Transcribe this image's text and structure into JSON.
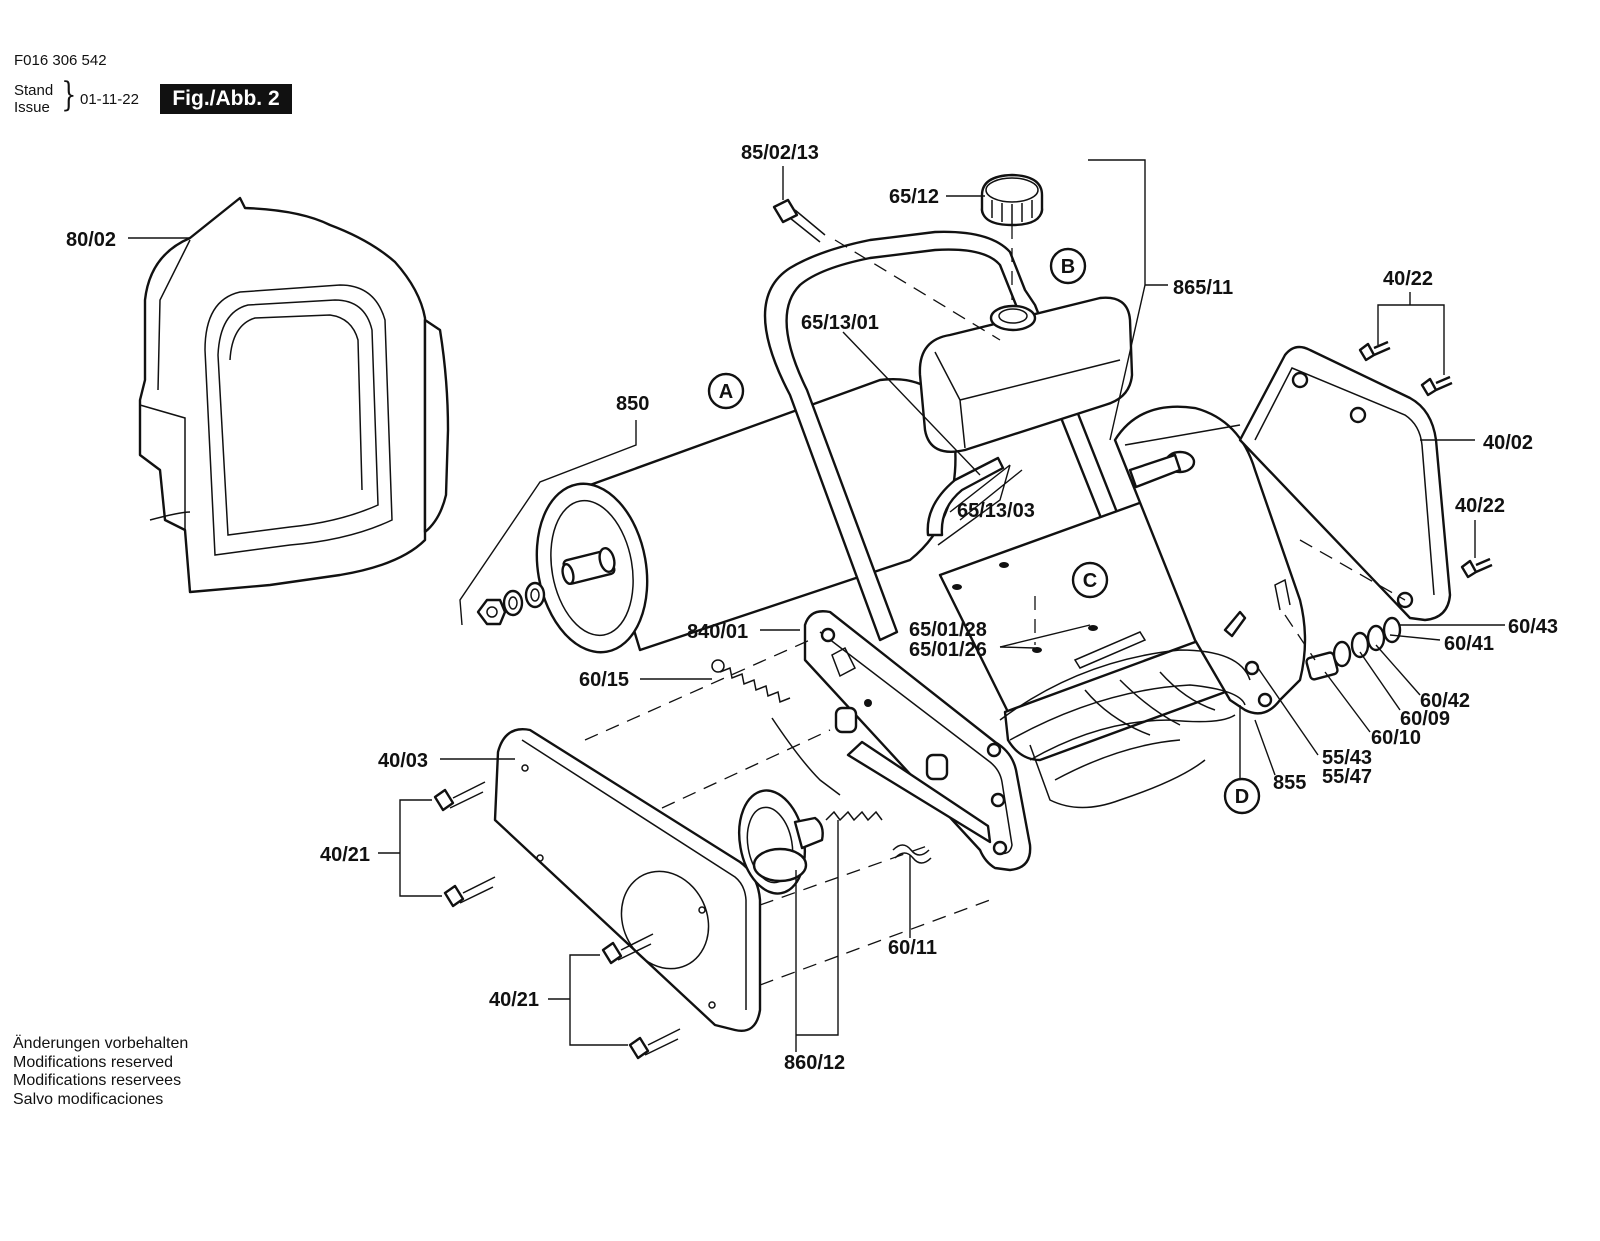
{
  "header": {
    "doc_number": "F016 306 542",
    "stand_label": "Stand",
    "issue_label": "Issue",
    "date": "01-11-22",
    "figure_badge": "Fig./Abb. 2"
  },
  "notice": [
    "Änderungen vorbehalten",
    "Modifications reserved",
    "Modifications reservees",
    "Salvo modificaciones"
  ],
  "part_labels": [
    "85/02/13",
    "65/12",
    "865/11",
    "80/02",
    "65/13/01",
    "40/22",
    "850",
    "40/02",
    "65/13/03",
    "40/22",
    "840/01",
    "65/01/28",
    "65/01/26",
    "60/43",
    "60/41",
    "60/15",
    "60/42",
    "60/09",
    "60/10",
    "40/03",
    "55/43",
    "55/47",
    "855",
    "40/21",
    "60/11",
    "40/21",
    "860/12"
  ],
  "callouts": [
    "A",
    "B",
    "C",
    "D"
  ]
}
